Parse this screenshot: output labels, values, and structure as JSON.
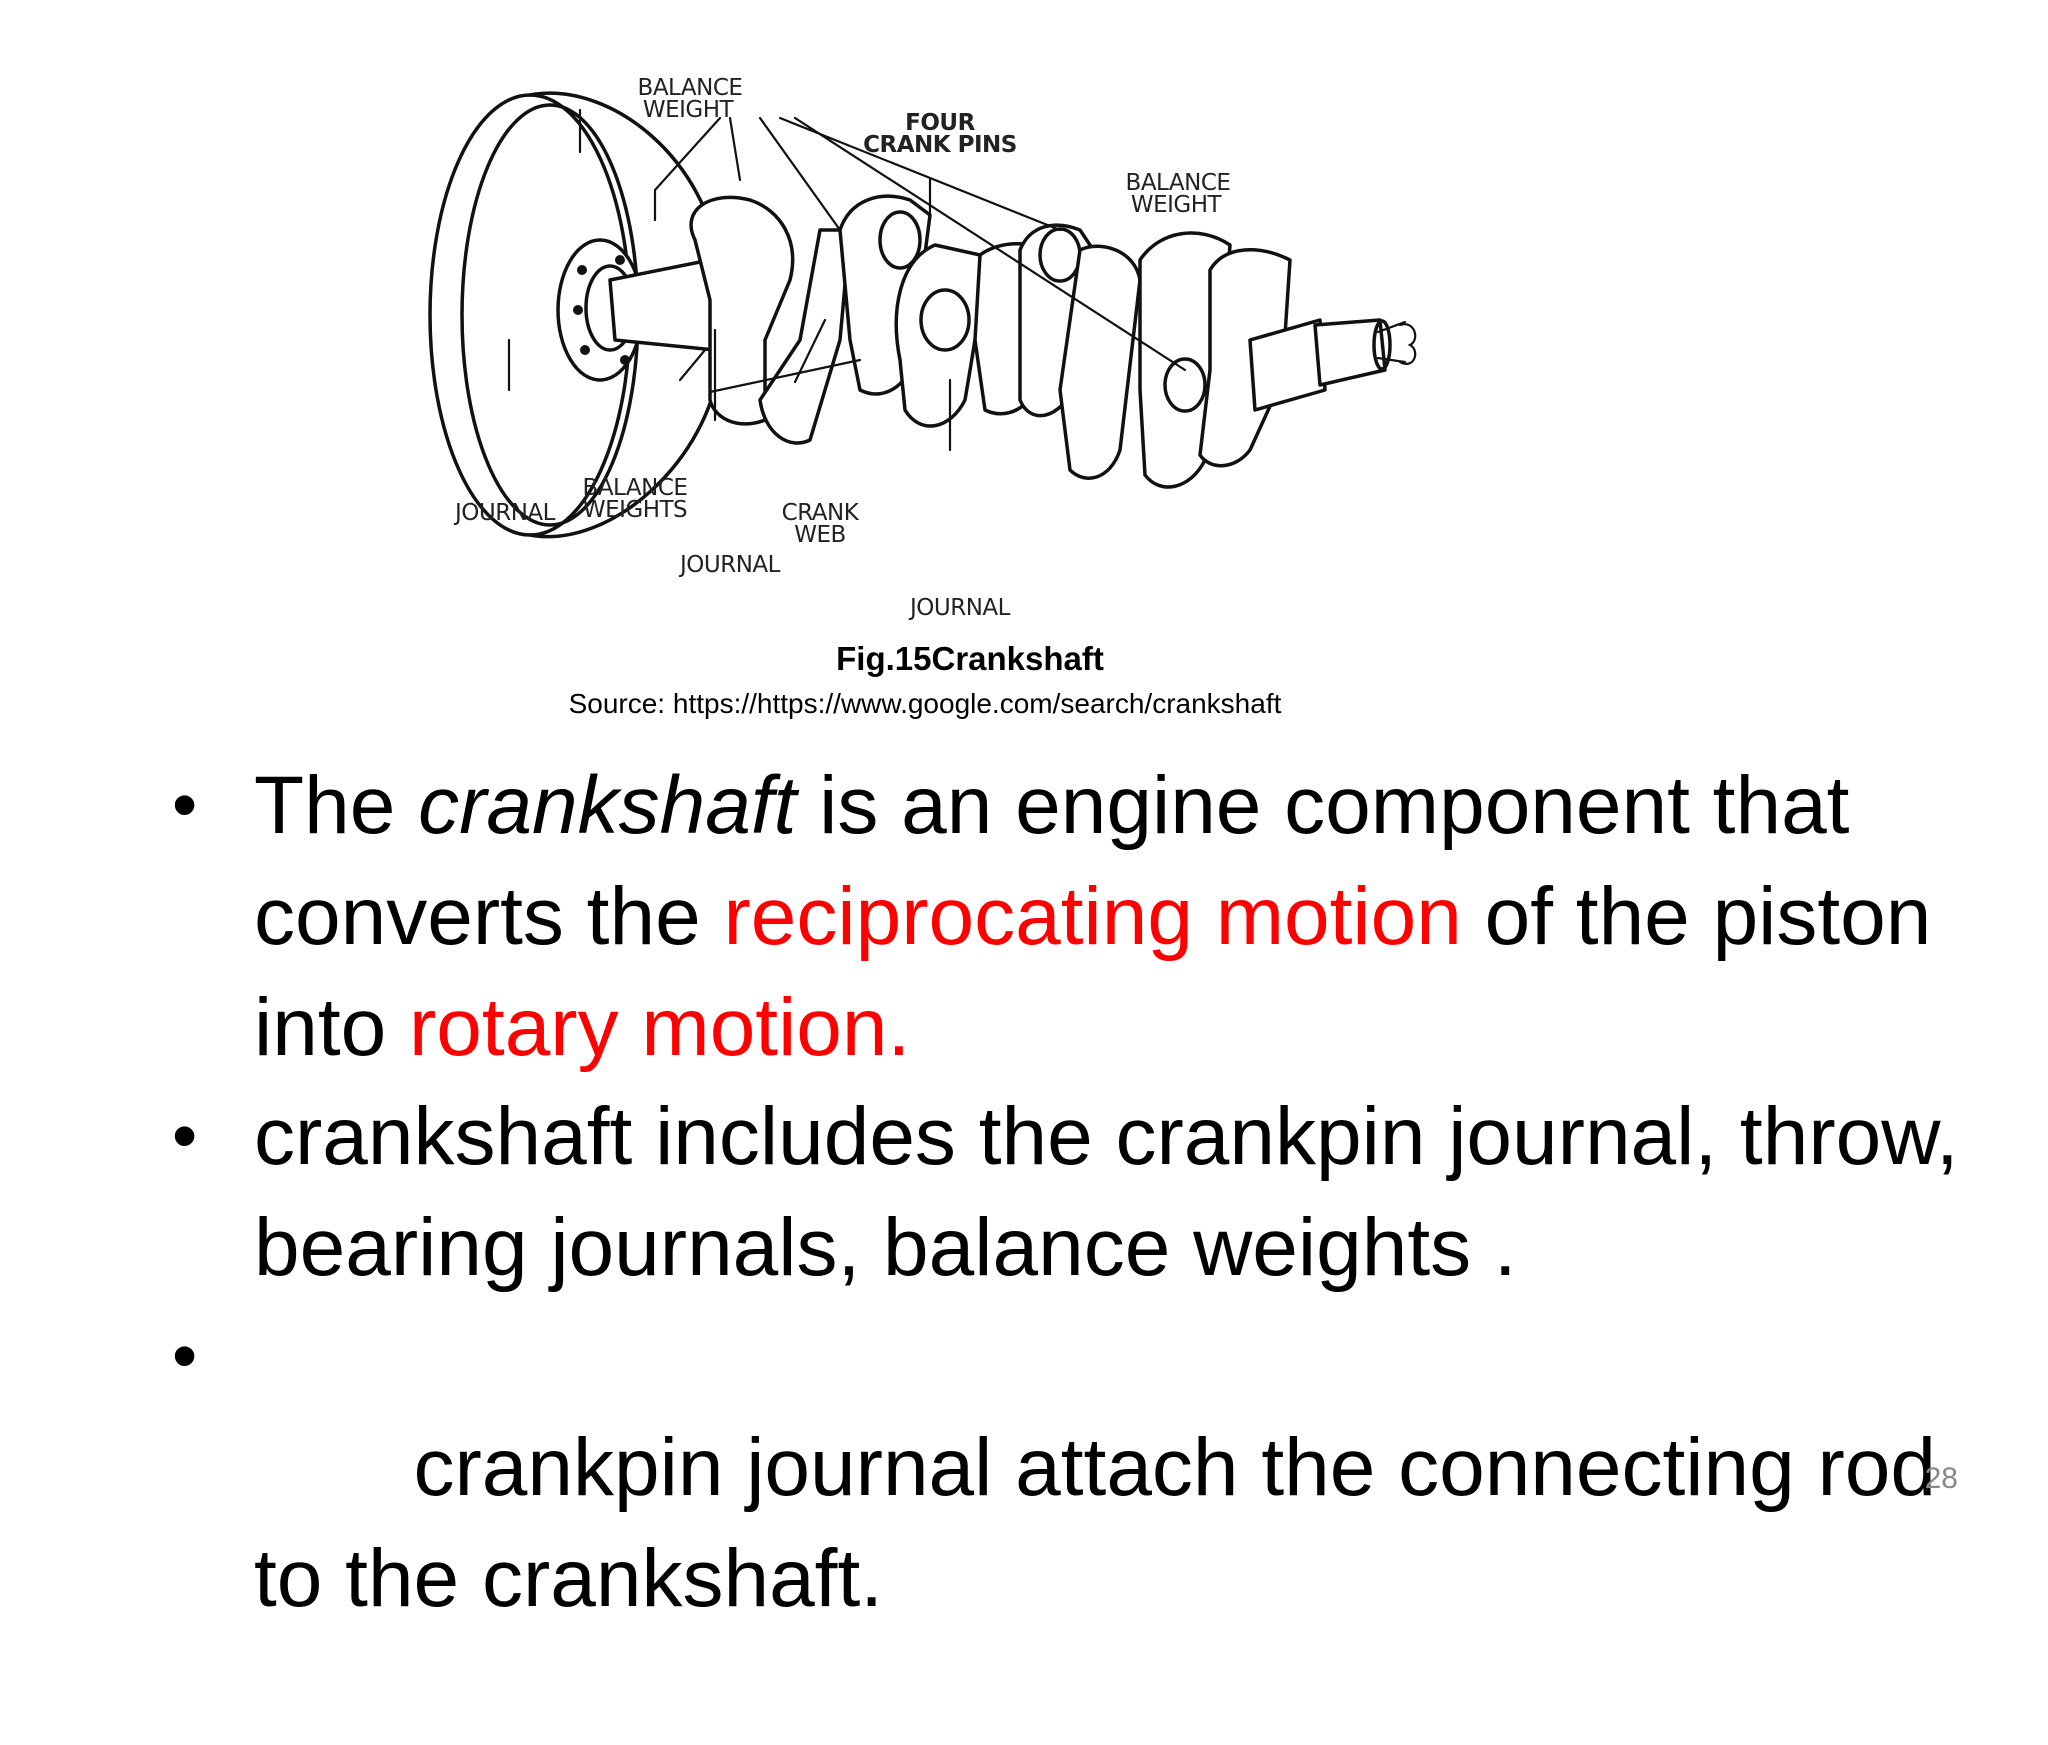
{
  "figure": {
    "labels": {
      "balance_weight_left": [
        "BALANCE",
        "WEIGHT"
      ],
      "four_crank_pins": [
        "FOUR",
        "CRANK PINS"
      ],
      "balance_weight_right": [
        "BALANCE",
        "WEIGHT"
      ],
      "journal_left": "JOURNAL",
      "balance_weights_mid": [
        "BALANCE",
        "WEIGHTS"
      ],
      "crank_web": [
        "CRANK",
        "WEB"
      ],
      "journal_center": "JOURNAL",
      "journal_right": "JOURNAL"
    },
    "caption": "Fig.15Crankshaft",
    "source": "Source: https://https://www.google.com/search/crankshaft"
  },
  "bullets": [
    {
      "part1": "The ",
      "part2_italic": "crankshaft",
      "part3": " is an engine component that converts the ",
      "part4_red": "reciprocating motion",
      "part5": " of the piston into ",
      "part6_red": "rotary motion."
    },
    {
      "text": "crankshaft includes the crankpin journal, throw, bearing journals, balance weights ."
    },
    {
      "text": " crankpin journal attach the connecting rod to the crankshaft."
    }
  ],
  "slide_number": "28",
  "colors": {
    "highlight": "#ff0000",
    "text": "#000000",
    "slide_number": "#888888"
  }
}
